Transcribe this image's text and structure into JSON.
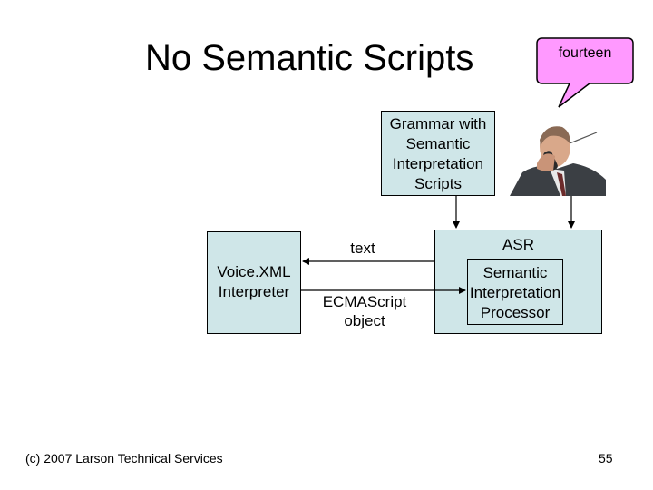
{
  "slide": {
    "title": "No Semantic Scripts",
    "footer_left": "(c) 2007 Larson Technical Services",
    "page_number": "55"
  },
  "callout": {
    "text": "fourteen",
    "fill": "#ff99ff"
  },
  "grammar_box": {
    "lines": [
      "Grammar with",
      "Semantic",
      "Interpretation",
      "Scripts"
    ]
  },
  "voicexml_box": {
    "lines": [
      "Voice.XML",
      "Interpreter"
    ]
  },
  "asr_box": {
    "label": "ASR"
  },
  "si_processor_box": {
    "lines": [
      "Semantic",
      "Interpretation",
      "Processor"
    ]
  },
  "arrow_labels": {
    "text": "text",
    "ecmascript": [
      "ECMAScript",
      "object"
    ]
  },
  "colors": {
    "box_fill": "#cfe6e8"
  }
}
